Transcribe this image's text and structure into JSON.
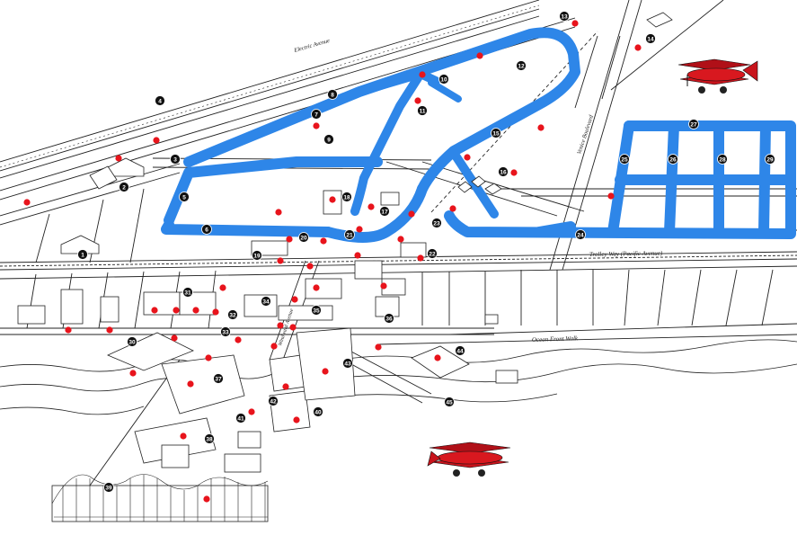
{
  "map": {
    "labels": {
      "electric_avenue": "Electric Avenue",
      "venice_boulevard": "Venice Boulevard",
      "trolley_way": "Trolley Way (Pacific Avenue)",
      "ocean_front_walk": "Ocean Front Walk",
      "windward_avenue": "Windward Avenue"
    },
    "markers": [
      {
        "id": "1",
        "n": "1"
      },
      {
        "id": "2",
        "n": "2"
      },
      {
        "id": "3",
        "n": "3"
      },
      {
        "id": "4",
        "n": "4"
      },
      {
        "id": "5",
        "n": "5"
      },
      {
        "id": "6",
        "n": "6"
      },
      {
        "id": "7",
        "n": "7"
      },
      {
        "id": "8",
        "n": "8"
      },
      {
        "id": "9",
        "n": "9"
      },
      {
        "id": "10",
        "n": "10"
      },
      {
        "id": "11",
        "n": "11"
      },
      {
        "id": "12",
        "n": "12"
      },
      {
        "id": "13",
        "n": "13"
      },
      {
        "id": "14",
        "n": "14"
      },
      {
        "id": "15",
        "n": "15"
      },
      {
        "id": "16",
        "n": "16"
      },
      {
        "id": "17",
        "n": "17"
      },
      {
        "id": "18",
        "n": "18"
      },
      {
        "id": "19",
        "n": "19"
      },
      {
        "id": "20",
        "n": "20"
      },
      {
        "id": "21",
        "n": "21"
      },
      {
        "id": "22",
        "n": "22"
      },
      {
        "id": "23",
        "n": "23"
      },
      {
        "id": "24",
        "n": "24"
      },
      {
        "id": "25",
        "n": "25"
      },
      {
        "id": "26",
        "n": "26"
      },
      {
        "id": "27",
        "n": "27"
      },
      {
        "id": "28",
        "n": "28"
      },
      {
        "id": "29",
        "n": "29"
      },
      {
        "id": "30",
        "n": "30"
      },
      {
        "id": "31",
        "n": "31"
      },
      {
        "id": "32",
        "n": "32"
      },
      {
        "id": "33",
        "n": "33"
      },
      {
        "id": "34",
        "n": "34"
      },
      {
        "id": "35",
        "n": "35"
      },
      {
        "id": "36",
        "n": "36"
      },
      {
        "id": "37",
        "n": "37"
      },
      {
        "id": "38",
        "n": "38"
      },
      {
        "id": "39",
        "n": "39"
      },
      {
        "id": "40",
        "n": "40"
      },
      {
        "id": "41",
        "n": "41"
      },
      {
        "id": "42",
        "n": "42"
      },
      {
        "id": "43",
        "n": "43"
      },
      {
        "id": "44",
        "n": "44"
      },
      {
        "id": "45",
        "n": "45"
      }
    ],
    "colors": {
      "canal": "#2e86e8",
      "hotspot": "#e8141c",
      "ink": "#111111",
      "biplane": "#c8141c"
    },
    "icons": {
      "biplane": "biplane-icon",
      "hotspot": "hotspot-dot-icon"
    }
  }
}
